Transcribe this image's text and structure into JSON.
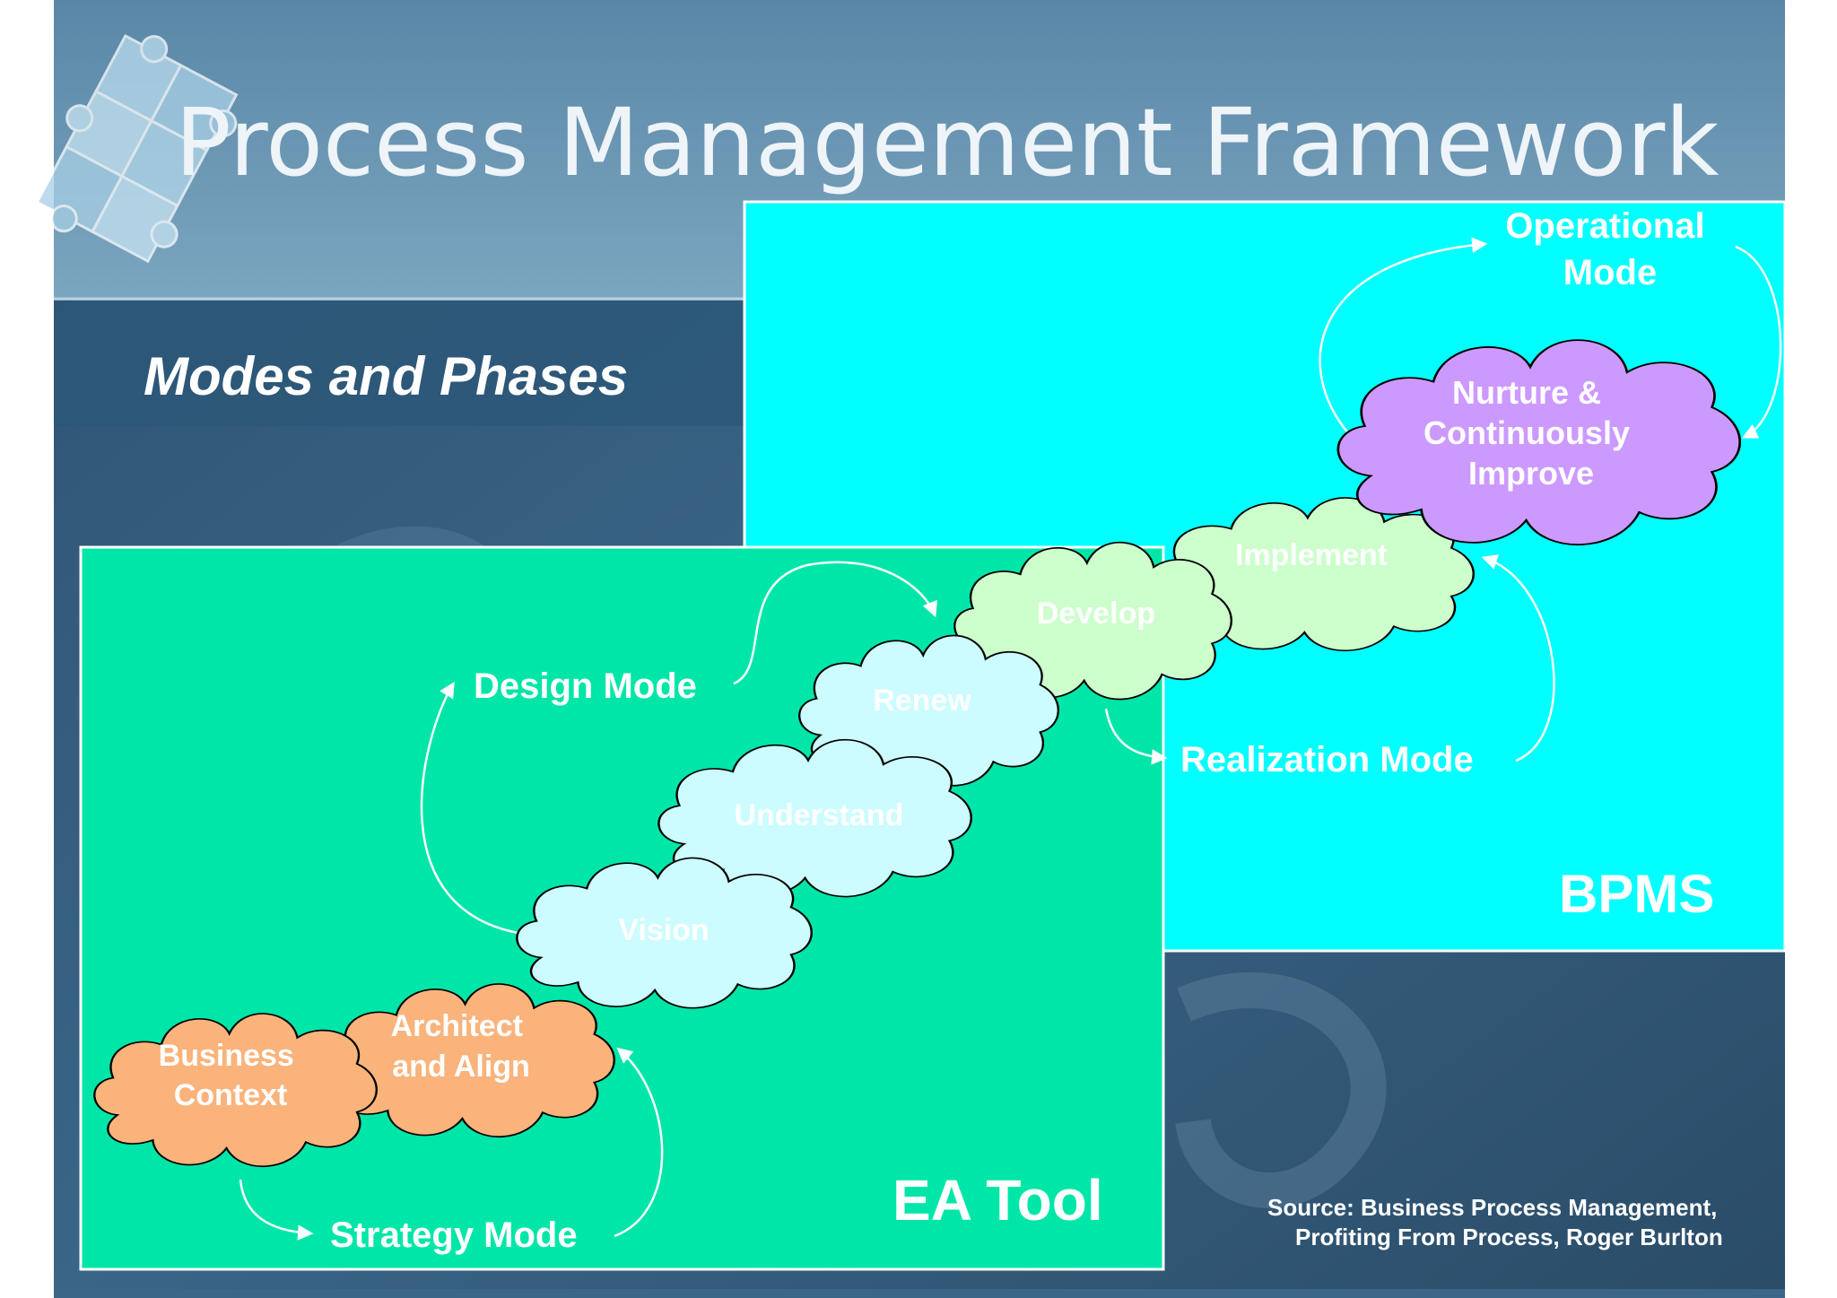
{
  "title": "Process Management Framework",
  "subtitle": "Modes and Phases",
  "regions": {
    "bpms": "BPMS",
    "ea_tool": "EA Tool"
  },
  "modes": {
    "strategy": "Strategy Mode",
    "design": "Design Mode",
    "realization": "Realization Mode",
    "operational": [
      "Operational",
      "Mode"
    ]
  },
  "phases": {
    "business_context": [
      "Business",
      "Context"
    ],
    "architect_align": [
      "Architect",
      "and Align"
    ],
    "vision": "Vision",
    "understand": "Understand",
    "renew": "Renew",
    "develop": "Develop",
    "implement": "Implement",
    "nurture": [
      "Nurture &",
      "Continuously",
      "Improve"
    ]
  },
  "source": [
    "Source: Business Process Management,",
    "Profiting From Process, Roger Burlton"
  ],
  "colors": {
    "bpms_box": "#00ffff",
    "ea_box": "#00e6a8",
    "orange_cloud": "#f9b37b",
    "cyan_cloud": "#ccfcff",
    "green_cloud": "#ccffcc",
    "purple_cloud": "#cc99ff",
    "background_dark": "#2e5370",
    "header_blue": "#5e8cab"
  },
  "icons": {
    "puzzle": "puzzle-pieces-icon"
  }
}
